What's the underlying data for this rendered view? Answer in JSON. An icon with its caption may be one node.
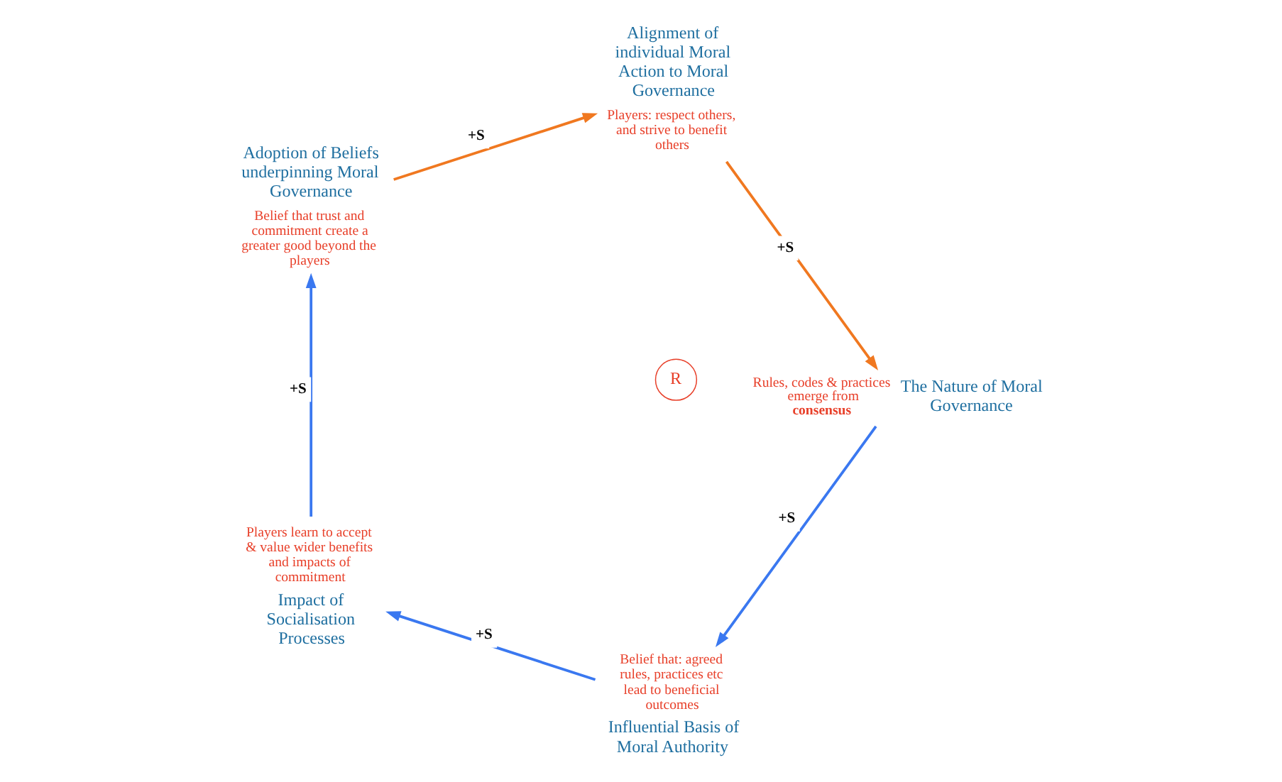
{
  "diagram": {
    "nodes": [
      {
        "text": [
          "Influential Basis of Moral Authority"
        ],
        "beside": [
          "Belief that: agreed rules, practices etc lead to beneficial outcomes"
        ]
      },
      {
        "text": [
          "Impact of Socialisation Processes"
        ],
        "beside": [
          "Players learn to accept & value wider benefits and impacts of commitment"
        ]
      },
      {
        "text": [
          "The Nature of Moral Governance"
        ],
        "beside": [
          "Rules, codes & practices emerge from **consensus**"
        ]
      },
      {
        "text": [
          "Adoption of Beliefs underpinning Moral Governance"
        ],
        "beside": [
          "Belief that trust and commitment create a greater good beyond the players"
        ]
      },
      {
        "text": [
          "Alignment of individual Moral Action to Moral Governance"
        ],
        "beside": [
          "Players: respect others, and strive to benefit others"
        ]
      }
    ],
    "edges": [
      {
        "from": 2,
        "to": 0,
        "arrow": "to",
        "label": "+S"
      },
      {
        "from": 0,
        "to": 1,
        "arrow": "to",
        "label": "+S"
      },
      {
        "from": 1,
        "to": 3,
        "arrow": "to",
        "label": "+S"
      },
      {
        "from": 3,
        "to": 4,
        "arrow": "to",
        "label": "+S",
        "color": "#f07820"
      },
      {
        "from": 4,
        "to": 2,
        "arrow": "to",
        "label": "+S",
        "color": "#f07820"
      }
    ],
    "labels": [
      "R"
    ]
  }
}
